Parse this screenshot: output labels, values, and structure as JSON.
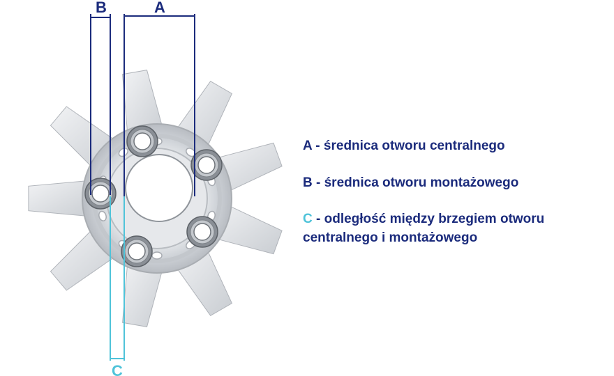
{
  "colors": {
    "dimension_dark": "#1b2b7c",
    "dimension_light": "#4fc3d9",
    "rim_fill": "#d4d8dc",
    "rim_edge": "#a9adb2"
  },
  "dimensions": {
    "a_label": "A",
    "b_label": "B",
    "c_label": "C"
  },
  "legend": {
    "a": {
      "letter": "A",
      "text": " - średnica otworu centralnego"
    },
    "b": {
      "letter": "B",
      "text": " - średnica otworu montażowego"
    },
    "c": {
      "letter": "C",
      "text_line1": " - odległość między brzegiem otworu",
      "text_line2": "centralnego i montażowego"
    }
  }
}
